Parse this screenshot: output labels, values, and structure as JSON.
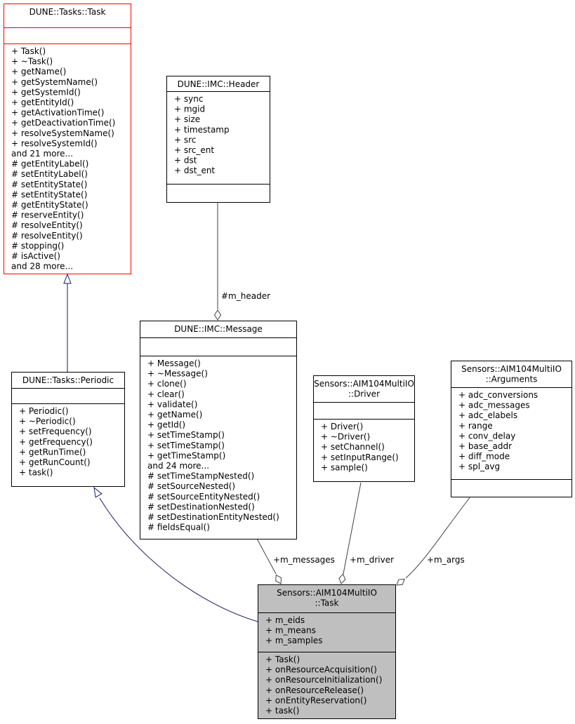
{
  "classes": [
    {
      "id": "task-base",
      "title": [
        "DUNE::Tasks::Task"
      ],
      "attributes": [],
      "methods": [
        "+ Task()",
        "+ ~Task()",
        "+ getName()",
        "+ getSystemName()",
        "+ getSystemId()",
        "+ getEntityId()",
        "+ getActivationTime()",
        "+ getDeactivationTime()",
        "+ resolveSystemName()",
        "+ resolveSystemId()",
        "and 21 more...",
        "# getEntityLabel()",
        "# setEntityLabel()",
        "# setEntityState()",
        "# setEntityState()",
        "# getEntityState()",
        "# reserveEntity()",
        "# resolveEntity()",
        "# resolveEntity()",
        "# stopping()",
        "# isActive()",
        "and 28 more..."
      ],
      "border_color": "#ff0000",
      "fill": "#ffffff"
    },
    {
      "id": "imc-header",
      "title": [
        "DUNE::IMC::Header"
      ],
      "attributes": [
        "+ sync",
        "+ mgid",
        "+ size",
        "+ timestamp",
        "+ src",
        "+ src_ent",
        "+ dst",
        "+ dst_ent"
      ],
      "methods": [],
      "border_color": "#000000",
      "fill": "#ffffff"
    },
    {
      "id": "periodic",
      "title": [
        "DUNE::Tasks::Periodic"
      ],
      "attributes": [],
      "methods": [
        "+ Periodic()",
        "+ ~Periodic()",
        "+ setFrequency()",
        "+ getFrequency()",
        "+ getRunTime()",
        "+ getRunCount()",
        "+ task()"
      ],
      "border_color": "#000000",
      "fill": "#ffffff"
    },
    {
      "id": "imc-message",
      "title": [
        "DUNE::IMC::Message"
      ],
      "attributes": [],
      "methods": [
        "+ Message()",
        "+ ~Message()",
        "+ clone()",
        "+ clear()",
        "+ validate()",
        "+ getName()",
        "+ getId()",
        "+ setTimeStamp()",
        "+ setTimeStamp()",
        "+ getTimeStamp()",
        "and 24 more...",
        "# setTimeStampNested()",
        "# setSourceNested()",
        "# setSourceEntityNested()",
        "# setDestinationNested()",
        "# setDestinationEntityNested()",
        "# fieldsEqual()"
      ],
      "border_color": "#000000",
      "fill": "#ffffff"
    },
    {
      "id": "driver",
      "title": [
        "Sensors::AIM104MultiIO",
        "::Driver"
      ],
      "attributes": [],
      "methods": [
        "+ Driver()",
        "+ ~Driver()",
        "+ setChannel()",
        "+ setInputRange()",
        "+ sample()"
      ],
      "border_color": "#000000",
      "fill": "#ffffff"
    },
    {
      "id": "arguments",
      "title": [
        "Sensors::AIM104MultiIO",
        "::Arguments"
      ],
      "attributes": [
        "+ adc_conversions",
        "+ adc_messages",
        "+ adc_elabels",
        "+ range",
        "+ conv_delay",
        "+ base_addr",
        "+ diff_mode",
        "+ spl_avg"
      ],
      "methods": [],
      "border_color": "#000000",
      "fill": "#ffffff"
    },
    {
      "id": "task",
      "title": [
        "Sensors::AIM104MultiIO",
        "::Task"
      ],
      "attributes": [
        "+ m_eids",
        "+ m_means",
        "+ m_samples"
      ],
      "methods": [
        "+ Task()",
        "+ onResourceAcquisition()",
        "+ onResourceInitialization()",
        "+ onResourceRelease()",
        "+ onEntityReservation()",
        "+ task()"
      ],
      "border_color": "#000000",
      "fill": "#bfbfbf"
    }
  ],
  "relations": [
    {
      "id": "task-base-to-periodic",
      "kind": "inheritance",
      "color": "#191970",
      "label": ""
    },
    {
      "id": "periodic-to-task",
      "kind": "inheritance",
      "color": "#191970",
      "label": ""
    },
    {
      "id": "header-to-message",
      "kind": "aggregation",
      "color": "#404040",
      "label": "#m_header"
    },
    {
      "id": "message-to-task",
      "kind": "aggregation",
      "color": "#404040",
      "label": "+m_messages"
    },
    {
      "id": "driver-to-task",
      "kind": "aggregation",
      "color": "#404040",
      "label": "+m_driver"
    },
    {
      "id": "arguments-to-task",
      "kind": "aggregation",
      "color": "#404040",
      "label": "+m_args"
    }
  ]
}
